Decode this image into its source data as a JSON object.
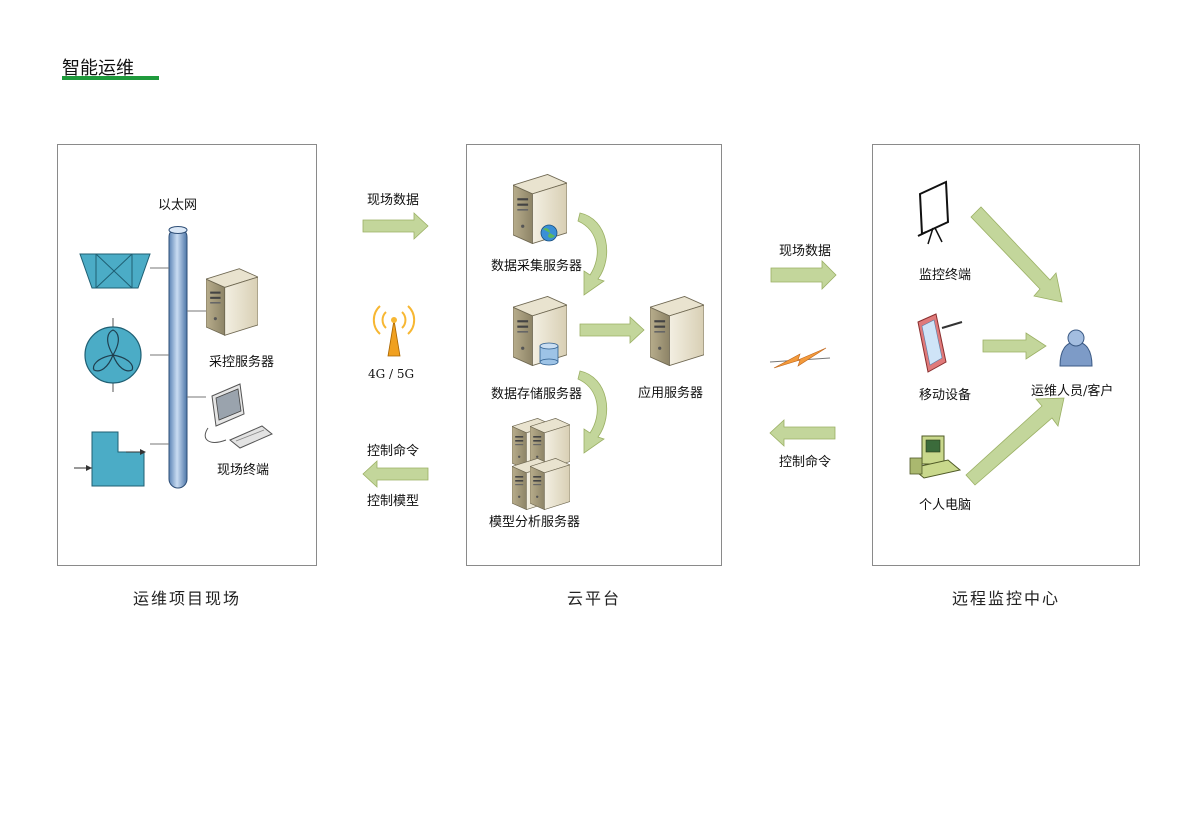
{
  "header": {
    "title": "智能运维"
  },
  "panels": {
    "site": {
      "caption": "运维项目现场",
      "ethernet_label": "以太网",
      "control_server_label": "采控服务器",
      "field_terminal_label": "现场终端"
    },
    "cloud": {
      "caption": "云平台",
      "collect_server_label": "数据采集服务器",
      "storage_server_label": "数据存储服务器",
      "app_server_label": "应用服务器",
      "model_server_label": "模型分析服务器"
    },
    "remote": {
      "caption": "远程监控中心",
      "monitor_terminal_label": "监控终端",
      "mobile_device_label": "移动设备",
      "personal_pc_label": "个人电脑",
      "operator_label": "运维人员/客户"
    }
  },
  "links": {
    "left_up_label": "现场数据",
    "left_network_label": "4G / 5G",
    "left_down_label_1": "控制命令",
    "left_down_label_2": "控制模型",
    "right_up_label": "现场数据",
    "right_down_label": "控制命令"
  },
  "colors": {
    "accent": "#1f9a3c",
    "arrow_green": "#c3d69b",
    "pipe_blue": "#8eb4e3",
    "device_blue": "#4bacc6"
  }
}
